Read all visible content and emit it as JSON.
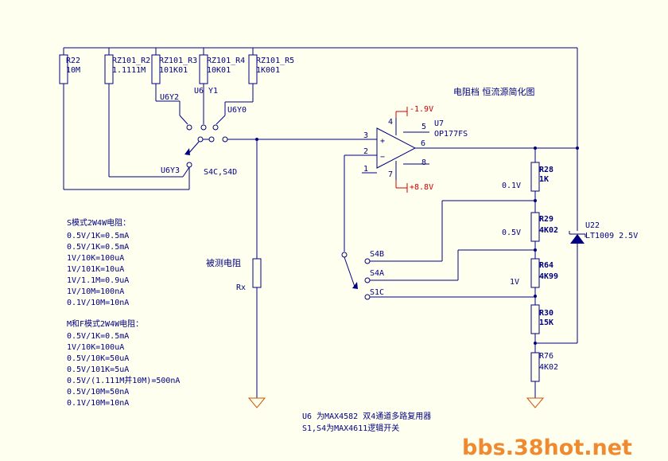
{
  "title": "电阻档 恒流源简化图",
  "resistors": {
    "r22": {
      "ref": "R22",
      "value": "10M"
    },
    "rz101_r2": {
      "ref": "RZ101_R2",
      "value": "1.1111M"
    },
    "rz101_r3": {
      "ref": "RZ101_R3",
      "value": "101K01"
    },
    "rz101_r4": {
      "ref": "RZ101_R4",
      "value": "10K01"
    },
    "rz101_r5": {
      "ref": "RZ101_R5",
      "value": "1K001"
    },
    "r28": {
      "ref": "R28",
      "value": "1K"
    },
    "r29": {
      "ref": "R29",
      "value": "4K02"
    },
    "r64": {
      "ref": "R64",
      "value": "4K99"
    },
    "r30": {
      "ref": "R30",
      "value": "15K"
    },
    "r76": {
      "ref": "R76",
      "value": "4K02"
    },
    "rx": {
      "ref": "Rx",
      "label": "被测电阻"
    }
  },
  "switch_labels": {
    "u6y2": "U6Y2",
    "u6": "U6",
    "y1": "Y1",
    "u6y0": "U6Y0",
    "u6y3": "U6Y3",
    "s4c_s4d": "S4C,S4D",
    "s4b": "S4B",
    "s4a": "S4A",
    "s1c": "S1C"
  },
  "opamp": {
    "ref": "U7",
    "part": "OP177FS",
    "pins": [
      "4",
      "5",
      "3",
      "6",
      "2",
      "1",
      "7",
      "8"
    ],
    "vneg": "-1.9V",
    "vpos": "+8.8V"
  },
  "reference": {
    "ref": "U22",
    "part": "LT1009 2.5V"
  },
  "voltages": {
    "v1": "0.1V",
    "v2": "0.5V",
    "v3": "1V"
  },
  "notes": {
    "s_mode_title": "S模式2W4W电阻：",
    "s_mode": [
      "0.5V/1K=0.5mA",
      "0.5V/1K=0.5mA",
      "1V/10K=100uA",
      "1V/101K=10uA",
      "1V/1.1M=0.9uA",
      "1V/10M=100nA",
      "0.1V/10M=10nA"
    ],
    "mf_mode_title": "M和F模式2W4W电阻：",
    "mf_mode": [
      "0.5V/1K=0.5mA",
      "1V/10K=100uA",
      "0.5V/10K=50uA",
      "0.5V/101K=5uA",
      "0.5V/(1.111M并10M)=500nA",
      "0.5V/10M=50nA",
      "0.1V/10M=10nA"
    ],
    "u6_note": "U6 为MAX4582 双4通道多路复用器",
    "s_note": "S1,S4为MAX4611逻辑开关"
  },
  "watermark": "bbs.38hot.net"
}
